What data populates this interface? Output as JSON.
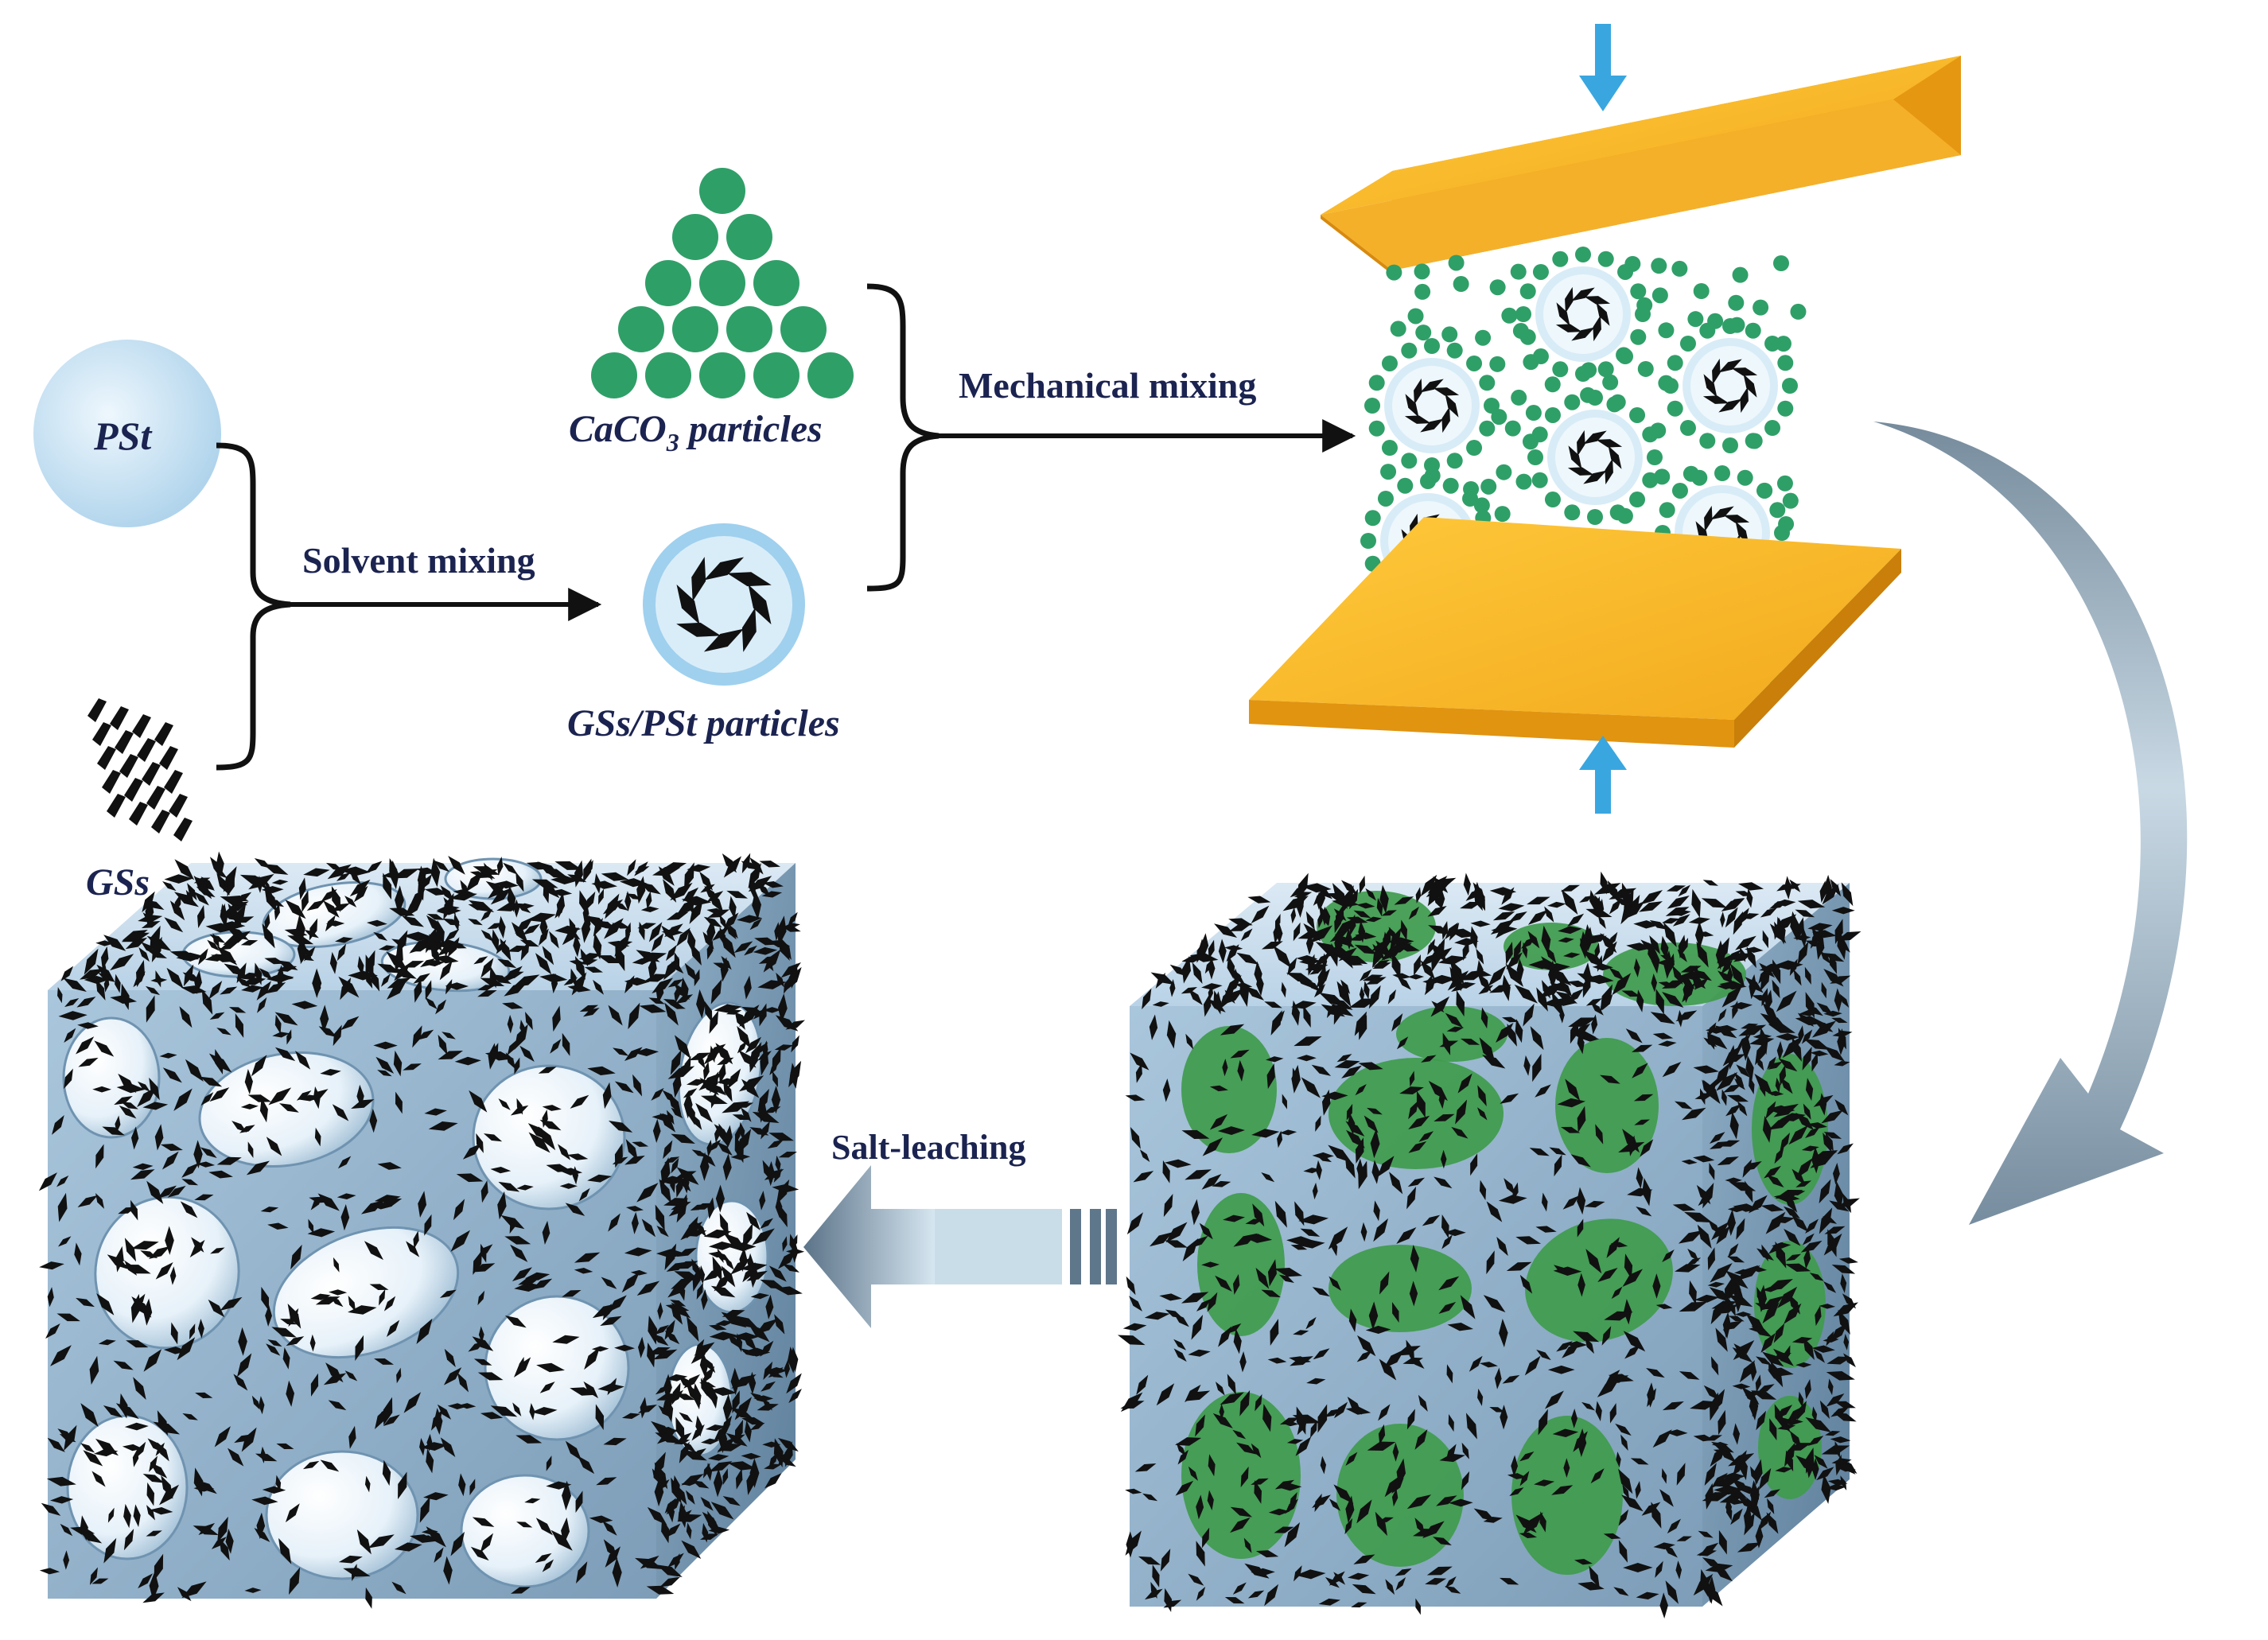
{
  "labels": {
    "pst": "PSt",
    "gss": "GSs",
    "caco3_main": "CaCO",
    "caco3_sub": "3",
    "caco3_tail": " particles",
    "gss_pst": "GSs/PSt particles",
    "solvent_mixing": "Solvent mixing",
    "mechanical_mixing": "Mechanical mixing",
    "salt_leaching": "Salt-leaching"
  },
  "colors": {
    "text": "#1b2350",
    "pst_circle": "#b9ddf3",
    "caco3_green": "#2f9f68",
    "plate_yellow": "#f7b52a",
    "press_arrow_blue": "#39a6e0",
    "composite_green": "#3f9b4c",
    "cube_face": "#9fc3dd",
    "flake": "#111111"
  }
}
